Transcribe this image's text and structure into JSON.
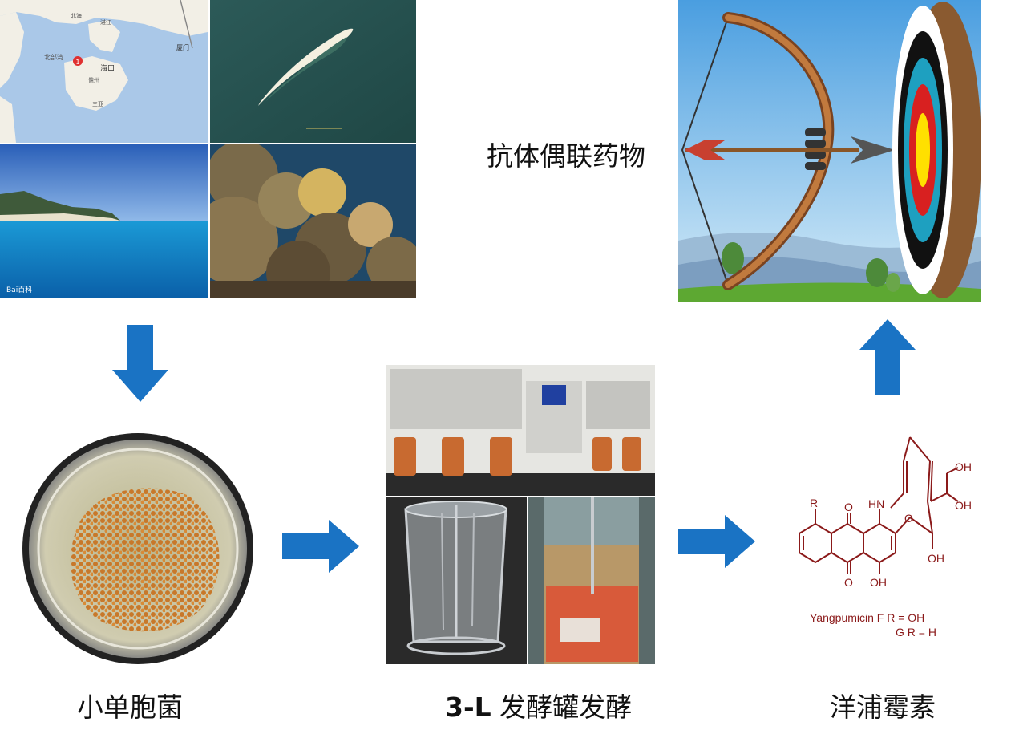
{
  "captions": {
    "adc": "抗体偶联药物",
    "strain": "小单胞菌",
    "fermentation_prefix": "3-L",
    "fermentation": " 发酵罐发酵",
    "product": "洋浦霉素"
  },
  "map_labels": {
    "city_haikou": "海口",
    "city_xiamen": "厦门",
    "bay": "北部湾",
    "danzhou": "儋州",
    "sanya": "三亚",
    "zhanjiang": "湛江",
    "beihai": "北海",
    "marker": "1"
  },
  "watermarks": {
    "baidu_baike": "Bai百科"
  },
  "chemistry": {
    "compound_line1": "Yangpumicin  F R = OH",
    "compound_line2": "G R = H",
    "R": "R",
    "O_top": "O",
    "O_bottom": "O",
    "HN": "HN",
    "O_bridge": "O",
    "OH_1": "OH",
    "OH_2": "OH",
    "OH_3": "OH",
    "OH_4": "OH"
  },
  "colors": {
    "arrow": "#1a73c4",
    "chem": "#8b1a1a",
    "sky": "#b8d8f0"
  }
}
